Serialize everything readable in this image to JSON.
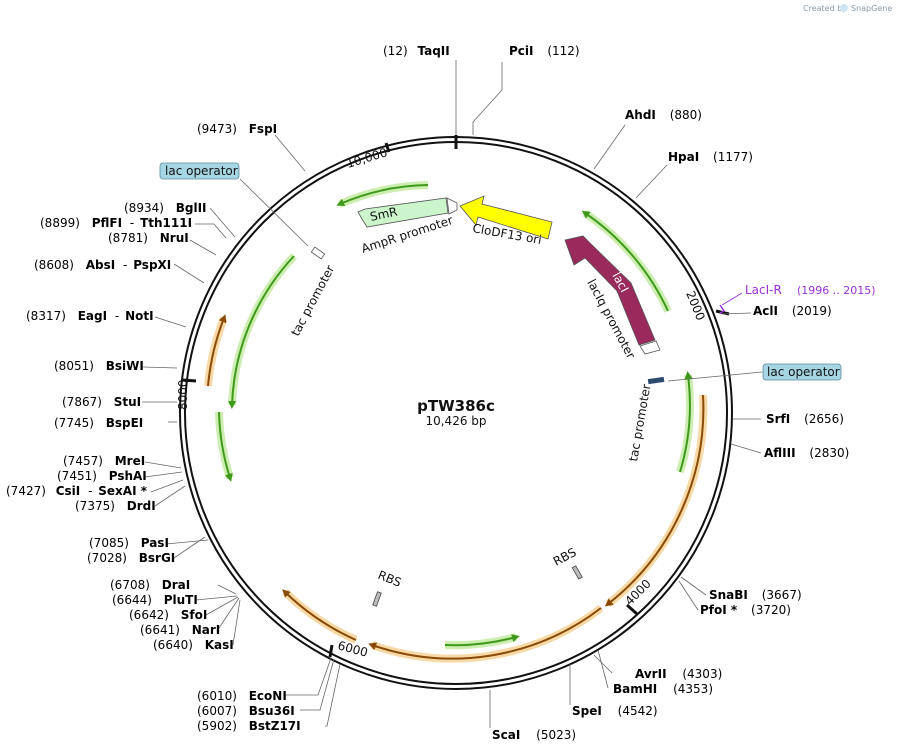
{
  "credit": {
    "text": "Created by",
    "brand": "SnapGene"
  },
  "plasmid": {
    "name": "pTW386c",
    "length": "10,426 bp"
  },
  "ticks": {
    "t2000": "2000",
    "t4000": "4000",
    "t6000": "6000",
    "t8000": "8000",
    "t10000": "10,000"
  },
  "features": {
    "cloDF13": "CloDF13 ori",
    "smr": "SmR",
    "ampr_promoter": "AmpR promoter",
    "laci": "lacI",
    "laciq_promoter": "lacIq promoter",
    "tac_promoter_1": "tac promoter",
    "tac_promoter_2": "tac promoter",
    "rbs_1": "RBS",
    "rbs_2": "RBS",
    "lac_operator_1": "lac operator",
    "lac_operator_2": "lac operator",
    "primer_name": "LacI-R",
    "primer_range": "(1996 .. 2015)"
  },
  "sites": {
    "taqii": {
      "name": "TaqII",
      "pos": "(12)"
    },
    "pcii": {
      "name": "PciI",
      "pos": "(112)"
    },
    "ahdi": {
      "name": "AhdI",
      "pos": "(880)"
    },
    "hpai": {
      "name": "HpaI",
      "pos": "(1177)"
    },
    "acli": {
      "name": "AclI",
      "pos": "(2019)"
    },
    "srfi": {
      "name": "SrfI",
      "pos": "(2656)"
    },
    "aflii": {
      "name": "AflIII",
      "pos": "(2830)"
    },
    "snabi": {
      "name": "SnaBI",
      "pos": "(3667)"
    },
    "pfoi": {
      "name": "PfoI *",
      "pos": "(3720)"
    },
    "avrii": {
      "name": "AvrII",
      "pos": "(4303)"
    },
    "bamhi": {
      "name": "BamHI",
      "pos": "(4353)"
    },
    "spei": {
      "name": "SpeI",
      "pos": "(4542)"
    },
    "scai": {
      "name": "ScaI",
      "pos": "(5023)"
    },
    "econi": {
      "name": "EcoNI",
      "pos": "(6010)"
    },
    "bsu36i": {
      "name": "Bsu36I",
      "pos": "(6007)"
    },
    "bstz17i": {
      "name": "BstZ17I",
      "pos": "(5902)"
    },
    "drai": {
      "name": "DraI",
      "pos": "(6708)"
    },
    "plutii": {
      "name": "PluTI",
      "pos": "(6644)"
    },
    "sfoi": {
      "name": "SfoI",
      "pos": "(6642)"
    },
    "nari": {
      "name": "NarI",
      "pos": "(6641)"
    },
    "kasi": {
      "name": "KasI",
      "pos": "(6640)"
    },
    "pasi": {
      "name": "PasI",
      "pos": "(7085)"
    },
    "bsrgi": {
      "name": "BsrGI",
      "pos": "(7028)"
    },
    "mrei": {
      "name": "MreI",
      "pos": "(7457)"
    },
    "pshai": {
      "name": "PshAI",
      "pos": "(7451)"
    },
    "csii": {
      "name": "CsiI",
      "pos": "(7427)",
      "alt": "SexAI *"
    },
    "drdi": {
      "name": "DrdI",
      "pos": "(7375)"
    },
    "bsiwi": {
      "name": "BsiWI",
      "pos": "(8051)"
    },
    "stui": {
      "name": "StuI",
      "pos": "(7867)"
    },
    "bspei": {
      "name": "BspEI",
      "pos": "(7745)"
    },
    "eagi": {
      "name": "EagI",
      "pos": "(8317)",
      "alt": "NotI"
    },
    "absi": {
      "name": "AbsI",
      "pos": "(8608)",
      "alt": "PspXI"
    },
    "nrui": {
      "name": "NruI",
      "pos": "(8781)"
    },
    "pflfi": {
      "name": "PflFI",
      "pos": "(8899)",
      "alt": "Tth111I"
    },
    "bglii": {
      "name": "BglII",
      "pos": "(8934)"
    },
    "fspi": {
      "name": "FspI",
      "pos": "(9473)"
    }
  },
  "colors": {
    "backbone": "#111111",
    "orf_green": "#3f9a1c",
    "orf_glow_green": "#cdeeb0",
    "orf_orange": "#c9770e",
    "orf_glow_orange": "#f7d9a6",
    "ori_yellow": "#ffff00",
    "laci_purple": "#9b2a5c",
    "smr_green": "#ccf5cc",
    "operator_fill": "#a6d6e3",
    "primer_purple": "#9b30d9"
  }
}
